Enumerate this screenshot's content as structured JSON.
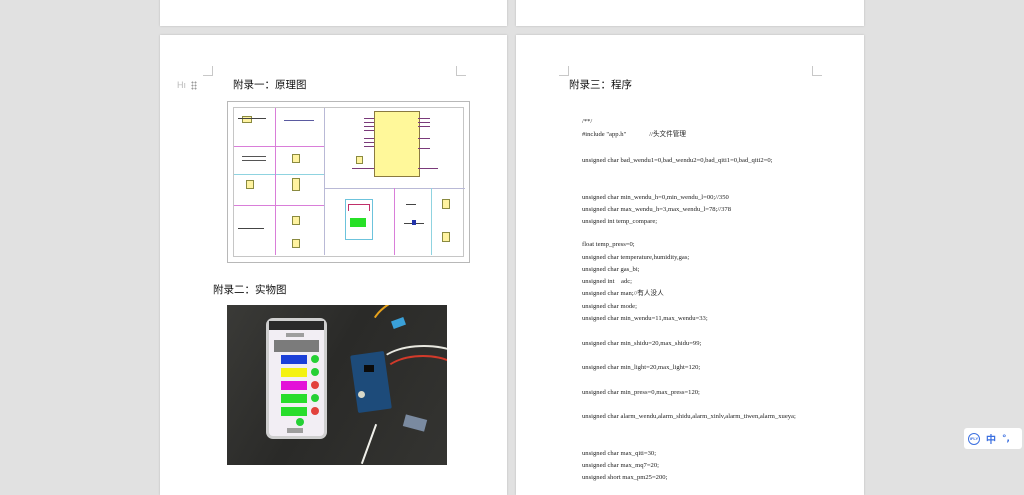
{
  "document": {
    "left_page": {
      "hint_icon": "Hı",
      "heading1": "附录一：原理图",
      "heading2": "附录二：实物图",
      "schematic_figure": "circuit-schematic",
      "photo_figure": "hardware-photo"
    },
    "right_page": {
      "heading": "附录三：程序",
      "code_lines": [
        "/**/",
        "#include \"app.h\"              //头文件管理",
        "",
        "unsigned char bad_wendu1=0,bad_wendu2=0,bad_qiti1=0,bad_qiti2=0;",
        "",
        "",
        "",
        "unsigned char min_wendu_h=0,min_wendu_l=00;//350",
        "unsigned char max_wendu_h=3,max_wendu_l=78;//378",
        "unsigned int temp_compare;",
        "",
        "float temp_press=0;",
        "unsigned char temperature,humidity,gas;",
        "unsigned char gas_bi;",
        "unsigned int    adc;",
        "unsigned char man;//有人没人",
        "unsigned char mode;",
        "unsigned char min_wendu=11,max_wendu=33;",
        "",
        "unsigned char min_shidu=20,max_shidu=99;",
        "",
        "unsigned char min_light=20,max_light=120;",
        "",
        "unsigned char min_press=0,max_press=120;",
        "",
        "unsigned char alarm_wendu,alarm_shidu,alarm_xinlv,alarm_tiwen,alarm_xueya;",
        "",
        "",
        "",
        "unsigned char max_qiti=30;",
        "unsigned char max_mq7=20;",
        "unsigned short max_pm25=200;"
      ]
    }
  },
  "ime_toolbar": {
    "logo_icon": "iFLY",
    "language": "中",
    "punctuation": "°,"
  },
  "colors": {
    "background": "#e1e1e1",
    "page": "#ffffff",
    "ime_accent": "#3b6fe0"
  }
}
